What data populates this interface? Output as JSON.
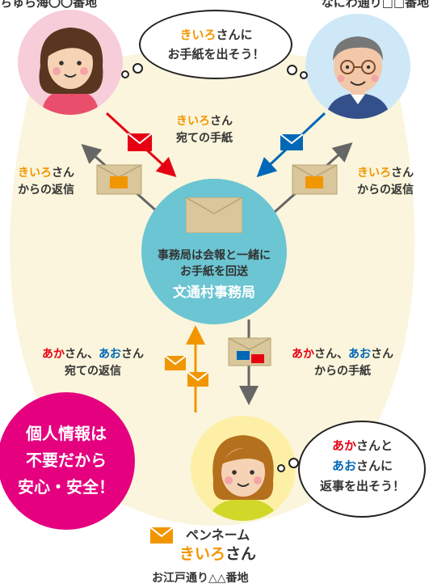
{
  "addresses": {
    "top_left": "ちゅら海〇〇番地",
    "top_right": "なにわ通り□□番地",
    "bottom": "お江戸通り△△番地"
  },
  "speech_top": {
    "kiiro": "きいろ",
    "suffix": "さんに",
    "line2": "お手紙を出そう！"
  },
  "speech_bottom": {
    "aka": "あか",
    "line1_suffix": "さんと",
    "ao": "あお",
    "line2_suffix": "さんに",
    "line3": "返事を出そう！"
  },
  "labels": {
    "to_kiiro_name": "きいろ",
    "to_kiiro_suffix": "さん",
    "to_kiiro_line2": "宛ての手紙",
    "reply_left_name": "きいろ",
    "reply_left_suffix": "さん",
    "reply_left_line2": "からの返信",
    "reply_right_name": "きいろ",
    "reply_right_suffix": "さん",
    "reply_right_line2": "からの返信",
    "bl_aka": "あか",
    "bl_mid": "さん、",
    "bl_ao": "あお",
    "bl_end": "さん",
    "bl_line2": "宛ての返信",
    "br_aka": "あか",
    "br_mid": "さん、",
    "br_ao": "あお",
    "br_end": "さん",
    "br_line2": "からの手紙"
  },
  "center": {
    "line1": "事務局は会報と一緒に",
    "line2": "お手紙を回送",
    "office_name": "文通村事務局"
  },
  "badge": {
    "line1": "個人情報は",
    "line2": "不要だから",
    "line3": "安心・安全！"
  },
  "penname": {
    "label": "ペンネーム",
    "name": "きいろ",
    "suffix": "さん"
  },
  "colors": {
    "red": "#e60012",
    "blue": "#0068b7",
    "orange": "#f29600",
    "gray": "#666666",
    "center_circle": "#6bc5d2",
    "badge": "#e4007f",
    "background_blob": "#faf5dc"
  }
}
